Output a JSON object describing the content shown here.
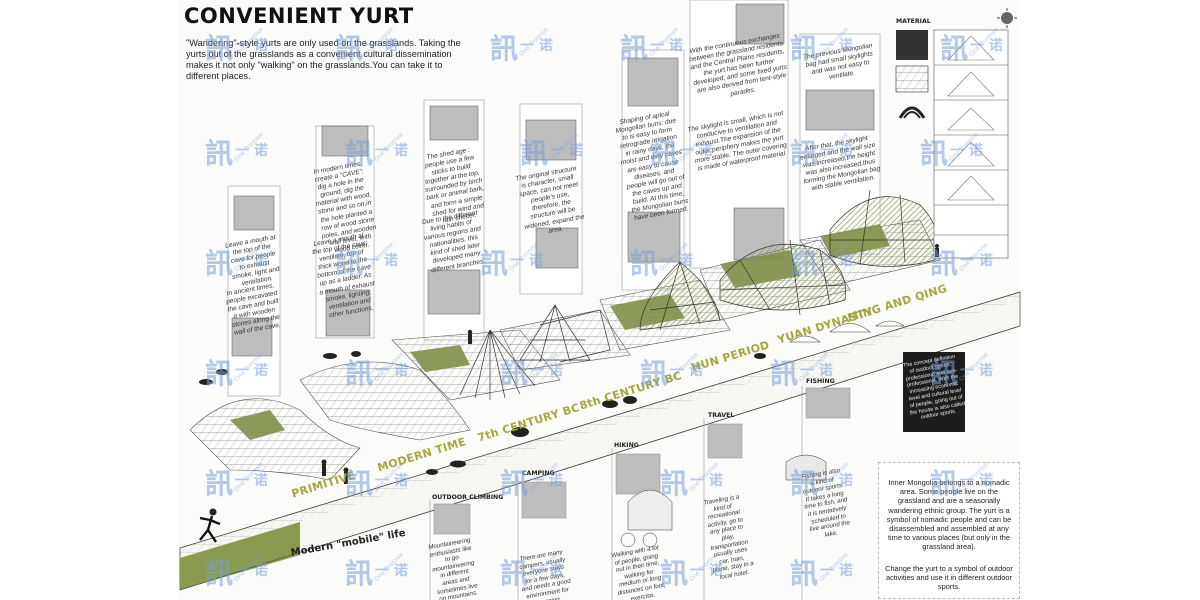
{
  "title": "CONVENIENT YURT",
  "intro": "\"Wandering\"-style yurts are only used on the grasslands. Taking the yurts out of the grasslands as a convenient cultural dissemination makes it not only \"walking\" on the grasslands.You can take it to different places.",
  "stages": [
    {
      "id": "primitive",
      "era": "PRIMITIVE",
      "text": "Leave a mouth at the top of the cave for people to exhaust smoke, light and ventilation.",
      "text2": "In ancient times, people excavated the cave and built it with wooden stones along the wall of the cave."
    },
    {
      "id": "modern-time",
      "era": "MODERN TIME",
      "text": "In modern times, create a \"CAVE\": dig a hole in the ground, dig the material with wood, stone and so on,in the hole planted a row of wood stone poles, and wooden wall level, with wood cover.",
      "text2": "Leave a mouth at the top of the cave: ventilate, top of thick wood to the bottom of the cave up as a ladder. As a mouth of exhaust smoke, lighting, ventilation and other functions."
    },
    {
      "id": "7th-century",
      "era": "7th CENTURY BC",
      "text": "The shed age : people use a few sticks to build together at the top, surrounded by birch bark or animal bark, and form a simple shed for wind and rain shelter.",
      "text2": "Due to the different living habits of various regions and nationalities, this kind of shed later developed many different branches."
    },
    {
      "id": "8th-century",
      "era": "8th CENTURY BC",
      "text": "The original structure is character, small space, can not meet people's use, therefore, the structure will be widened, expand the area.",
      "text2": ""
    },
    {
      "id": "hun-period",
      "era": "HUN PERIOD",
      "text": "Shaping of apical Mongolian buns: due to is easy to form retrograde irrigation in rainy days, the moist and dirty caves are easy to cause diseases, and people will go out of the caves up and build. At this time, the Mongolian buns have been formed.",
      "text2": ""
    },
    {
      "id": "yuan-dynasty",
      "era": "YUAN DYNASTY",
      "text": "With the continuous exchanges between the grassland residents and the Central Plains residents, the yurt has been further developed, and some fixed yurts are also derived from tent-style parades.",
      "text2": "The skylight is small, which is not conducive to ventilation and exhaust.The expansion of the outer periphery makes the yurt more stable. The outer covering is made of waterproof material."
    },
    {
      "id": "ming-and-qing",
      "era": "MING AND QING",
      "text": "The previous Mongolian bag had small skylights and was not easy to ventilate.",
      "text2": "After that, the skylight enlarged and the wall size was increased,the height was also increased,thus forming the Mongolian bag with stable ventilation."
    }
  ],
  "material_label": "MATERIAL",
  "dark_note": "The concept definition of outdoor sports: professional and non-professional. With the increasing economic level and cultural level of people, going out of the house is also called outdoor sports.",
  "modern_label": "Modern \"mobile\" life",
  "activities": [
    {
      "id": "outdoor-climbing",
      "label": "OUTDOOR CLIMBING",
      "text": "Mountaineering enthusiasts like to go mountaineering in different areas and sometimes live on mountains."
    },
    {
      "id": "camping",
      "label": "CAMPING",
      "text": "There are many campers, usually everyone stays for a few days, and needs a good environment for camping."
    },
    {
      "id": "hiking",
      "label": "HIKING",
      "text": "Walking with a lot of people, going out in their time, walking for medium or long distances on foot, exercise."
    },
    {
      "id": "travel",
      "label": "TRAVEL",
      "text": "Traveling is a kind of recreational activity, go to any place to play, transportation usually uses car, train, plane, stay in a local hotel."
    },
    {
      "id": "fishing",
      "label": "FISHING",
      "text": "Fishing is also a kind of outdoor sports. It takes a long time to fish, and it is tentatively scheduled to live around the lake."
    }
  ],
  "summary": {
    "p1": "Inner Mongolia belongs to a nomadic area. Some people live on the grassland and are a seasonally wandering ethnic group. The yurt is a symbol of nomadic people and can be disassembled and assembled at any time to various places (but only in the grassland area).",
    "p2": "Change the yurt to a symbol of outdoor activities and use it in different outdoor sports."
  },
  "watermark": {
    "glyphs": "訊",
    "text": "一 诺",
    "english": "One Promise"
  },
  "colors": {
    "accent": "#8a9a4e",
    "era_text": "#a6a63c",
    "grid": "#6d6d6d",
    "watermark": "#7aa0d8"
  }
}
